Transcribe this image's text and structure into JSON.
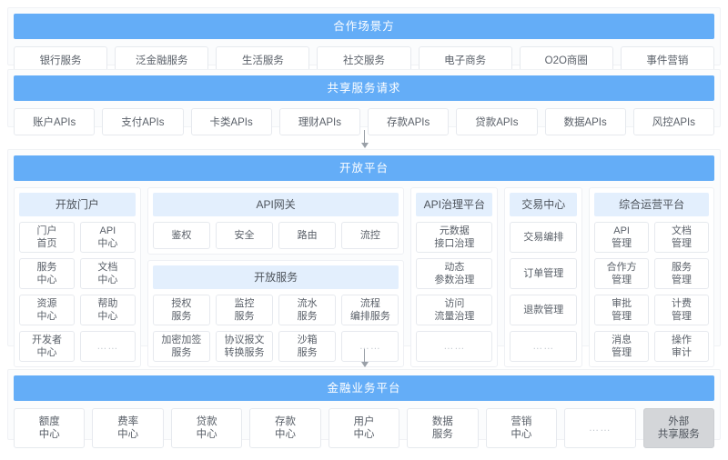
{
  "partners": {
    "title": "合作场景方",
    "items": [
      "银行服务",
      "泛金融服务",
      "生活服务",
      "社交服务",
      "电子商务",
      "O2O商圈",
      "事件营销"
    ]
  },
  "shared_request": {
    "title": "共享服务请求",
    "items": [
      "账户APIs",
      "支付APIs",
      "卡类APIs",
      "理财APIs",
      "存款APIs",
      "贷款APIs",
      "数据APIs",
      "风控APIs"
    ]
  },
  "platform": {
    "title": "开放平台",
    "portal": {
      "title": "开放门户",
      "tiles": [
        "门户\n首页",
        "API\n中心",
        "服务\n中心",
        "文档\n中心",
        "资源\n中心",
        "帮助\n中心",
        "开发者\n中心",
        "……"
      ]
    },
    "gateway": {
      "title": "API网关",
      "tiles": [
        "鉴权",
        "安全",
        "路由",
        "流控"
      ]
    },
    "open_service": {
      "title": "开放服务",
      "tiles": [
        "授权\n服务",
        "监控\n服务",
        "流水\n服务",
        "流程\n编排服务",
        "加密加签\n服务",
        "协议报文\n转换服务",
        "沙箱\n服务",
        "……"
      ]
    },
    "governance": {
      "title": "API治理平台",
      "tiles": [
        "元数据\n接口治理",
        "动态\n参数治理",
        "访问\n流量治理",
        "……"
      ]
    },
    "trade": {
      "title": "交易中心",
      "tiles": [
        "交易编排",
        "订单管理",
        "退款管理",
        "……"
      ]
    },
    "operations": {
      "title": "综合运营平台",
      "tiles": [
        "API\n管理",
        "文档\n管理",
        "合作方\n管理",
        "服务\n管理",
        "审批\n管理",
        "计费\n管理",
        "消息\n管理",
        "操作\n审计"
      ]
    }
  },
  "business": {
    "title": "金融业务平台",
    "items": [
      "额度\n中心",
      "费率\n中心",
      "贷款\n中心",
      "存款\n中心",
      "用户\n中心",
      "数据\n服务",
      "营销\n中心",
      "……",
      "外部\n共享服务"
    ]
  },
  "colors": {
    "bar_blue": "#64adf7",
    "col_head_blue": "#e3effd",
    "tile_border": "#e6e9ee",
    "gray_tile": "#d4d6d9"
  }
}
